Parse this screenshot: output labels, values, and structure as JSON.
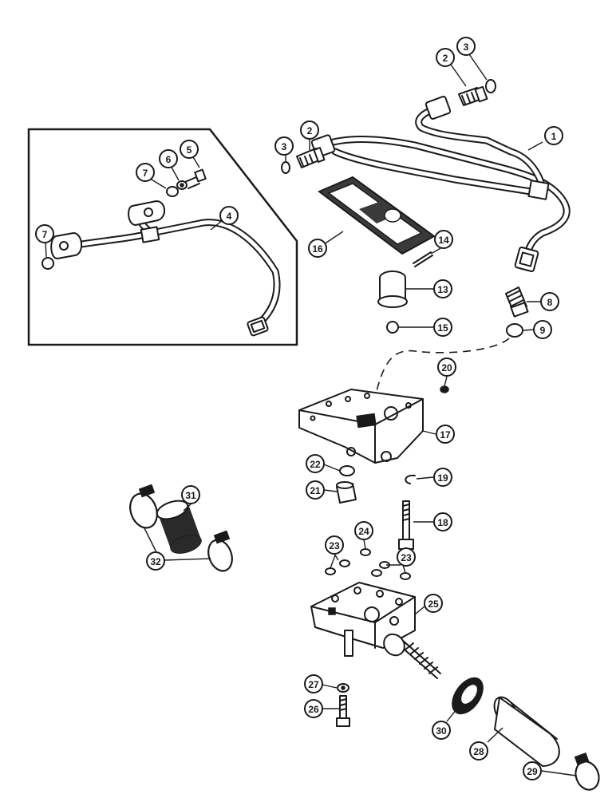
{
  "callouts": {
    "c1": "1",
    "c2a": "2",
    "c2b": "2",
    "c3a": "3",
    "c3b": "3",
    "c4": "4",
    "c5": "5",
    "c6": "6",
    "c7a": "7",
    "c7b": "7",
    "c8": "8",
    "c9": "9",
    "c13": "13",
    "c14": "14",
    "c15": "15",
    "c16": "16",
    "c17": "17",
    "c18": "18",
    "c19": "19",
    "c20": "20",
    "c21": "21",
    "c22": "22",
    "c23a": "23",
    "c23b": "23",
    "c24": "24",
    "c25": "25",
    "c26": "26",
    "c27": "27",
    "c28": "28",
    "c29": "29",
    "c30": "30",
    "c31": "31",
    "c32": "32"
  }
}
